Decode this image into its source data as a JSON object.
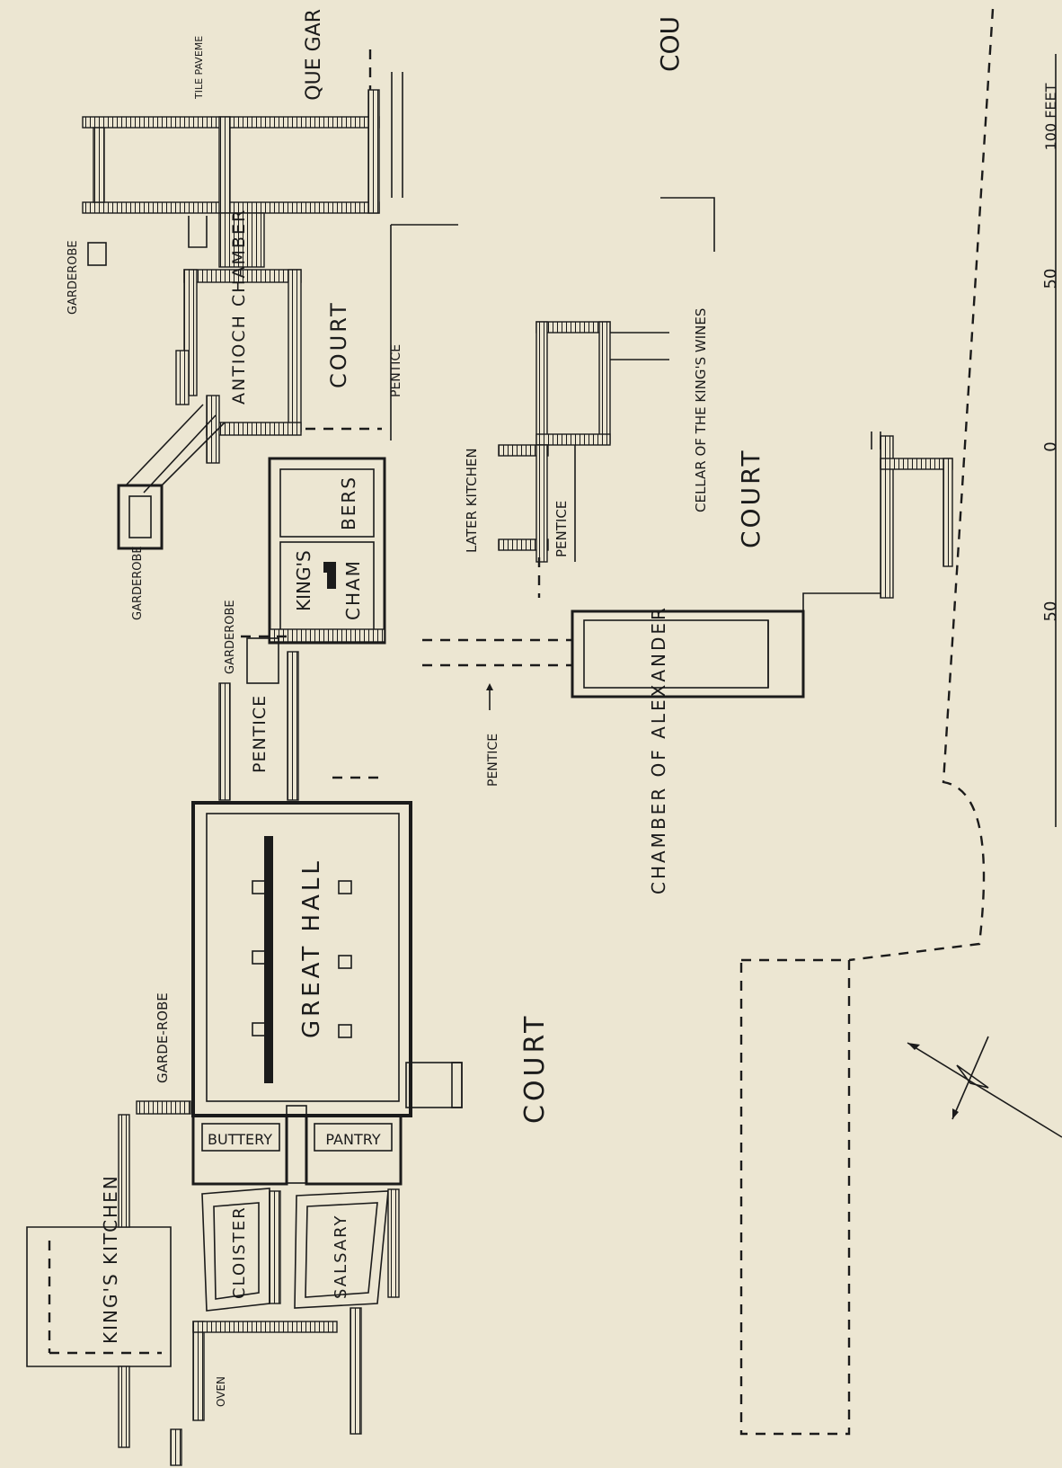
{
  "labels": {
    "queens_garden": "QUE GAR",
    "tile_pavement": "TILE PAVEME",
    "court_far_right": "COU",
    "scale_100": "100 FEET",
    "scale_50_top": "50",
    "scale_0": "0",
    "scale_50_bottom": "50",
    "garderobe_top": "GARDEROBE",
    "antioch_chamber": "ANTIOCH CHAMBER",
    "court_upper": "COURT",
    "pentice_upper": "PENTICE",
    "kings_wines": "CELLAR OF THE KING'S WINES",
    "court_middle": "COURT",
    "later_kitchen": "LATER KITCHEN",
    "pentice_middle": "PENTICE",
    "garderobe_middle": "GARDEROBE",
    "garderobe_lower": "GARDEROBE",
    "kings_chambers_kings": "KING'S",
    "kings_chambers_cham": "CHAM",
    "kings_chambers_bers": "BERS",
    "pentice_lower": "PENTICE",
    "pentice_arrow": "PENTICE",
    "chamber_of_alexander": "CHAMBER OF ALEXANDER",
    "great_hall": "GREAT HALL",
    "garde_robe": "GARDE-ROBE",
    "court_lower": "COURT",
    "buttery": "BUTTERY",
    "pantry": "PANTRY",
    "kings_kitchen": "KING'S KITCHEN",
    "cloister": "CLOISTER",
    "salsary": "SALSARY",
    "oven": "OVEN"
  },
  "colors": {
    "paper": "#ece6d2",
    "ink": "#1b1b1b"
  }
}
